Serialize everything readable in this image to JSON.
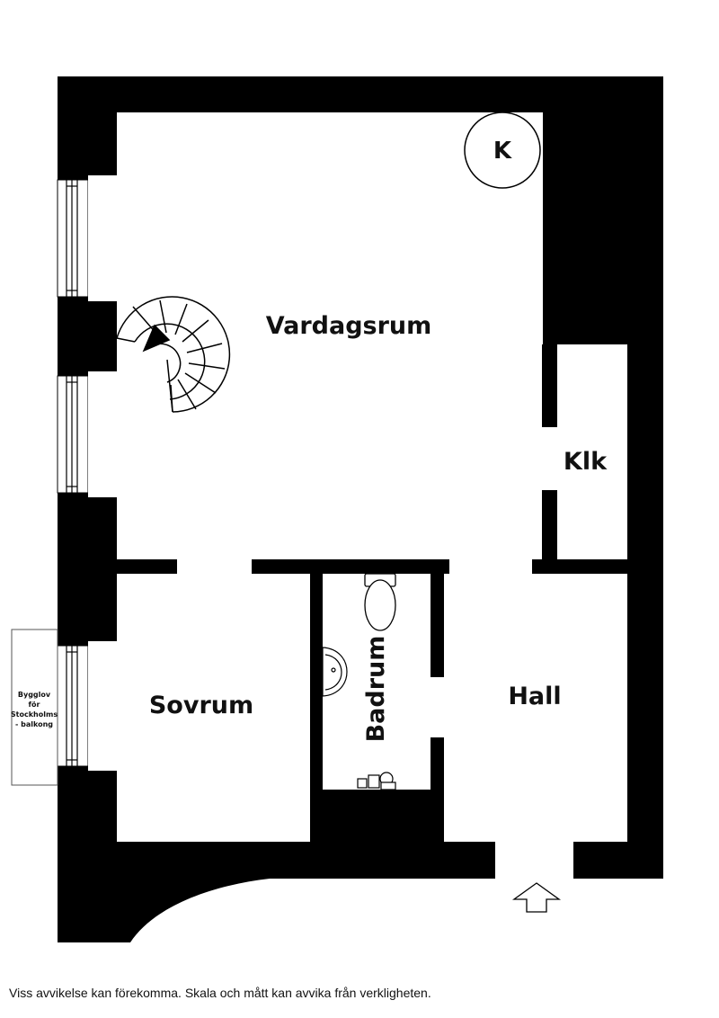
{
  "rooms": {
    "vardagsrum": "Vardagsrum",
    "klk": "Klk",
    "sovrum": "Sovrum",
    "badrum": "Badrum",
    "hall": "Hall"
  },
  "fireplace_label": "K",
  "balcony_note": [
    "Bygglov",
    "för",
    "Stockholms",
    "- balkong"
  ],
  "disclaimer": "Viss avvikelse kan förekomma. Skala och mått kan avvika från verkligheten.",
  "colors": {
    "wall": "#000000",
    "floor": "#ffffff",
    "text": "#111111"
  },
  "icons": [
    "fireplace-icon",
    "spiral-staircase-icon",
    "toilet-icon",
    "sink-icon",
    "faucet-icon",
    "entrance-arrow-icon"
  ]
}
